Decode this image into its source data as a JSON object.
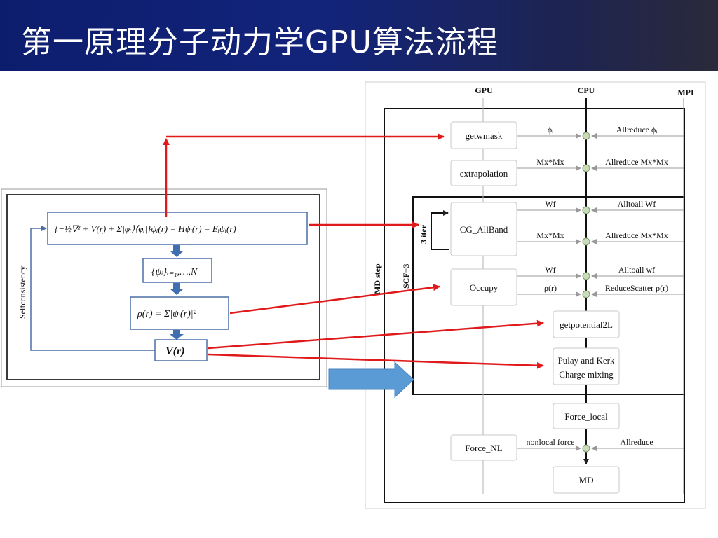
{
  "slide": {
    "title": "第一原理分子动力学GPU算法流程"
  },
  "left_panel": {
    "equation_kohn_sham": "{−½∇² + V(r) + Σ|φᵢ⟩⟨φᵢ|}ψᵢ(r) = Hψᵢ(r) = Eᵢψᵢ(r)",
    "equation_wavefunctions": "{ψᵢ}ᵢ₌₁,…,N",
    "equation_density": "ρ(r) = Σ|ψᵢ(r)|²",
    "equation_potential": "V(r)",
    "loop_label": "Selfconsistency"
  },
  "right_panel": {
    "headers": {
      "gpu": "GPU",
      "cpu": "CPU",
      "mpi": "MPI"
    },
    "md_step_label": "MD step",
    "scf_label": "SCF=3",
    "iter_label": "3 iter",
    "gpu_nodes": [
      "getwmask",
      "extrapolation",
      "CG_AllBand",
      "Occupy",
      "Force_NL"
    ],
    "cpu_nodes": [
      "getpotential2L",
      "Pulay and Kerk",
      "Charge mixing",
      "Force_local",
      "MD"
    ],
    "gpu_cpu_labels": [
      "ϕᵢ",
      "Mx*Mx",
      "Wf",
      "Mx*Mx",
      "Wf",
      "ρ(r)",
      "nonlocal force"
    ],
    "mpi_labels": [
      "Allreduce ϕᵢ",
      "Allreduce Mx*Mx",
      "Alltoall Wf",
      "Allreduce Mx*Mx",
      "Alltoall wf",
      "ReduceScatter ρ(r)",
      "Allreduce"
    ]
  }
}
